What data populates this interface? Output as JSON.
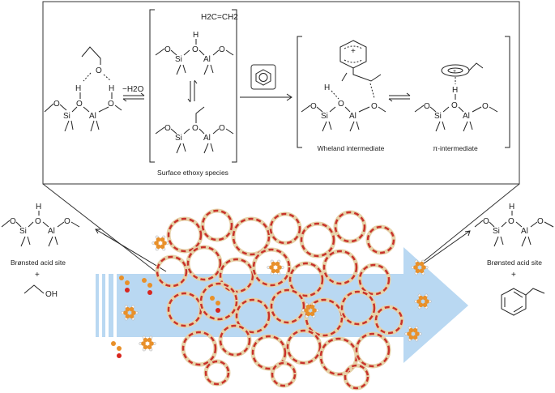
{
  "atoms": {
    "si": "Si",
    "al": "Al",
    "o": "O",
    "h": "H"
  },
  "reactants": {
    "ethylene": "H2C=CH2",
    "ethanol": "OH"
  },
  "arrows": {
    "dehydration": "−H2O"
  },
  "captions": {
    "surface_ethoxy": "Surface ethoxy species",
    "wheland": "Wheland intermediate",
    "pi_intermediate": "π-intermediate",
    "bronsted_left": "Brønsted acid site",
    "bronsted_right": "Brønsted acid site",
    "plus_left": "+",
    "plus_right": "+"
  },
  "charges": {
    "wheland_cation": "+",
    "pi_cation": "+"
  },
  "colors": {
    "flow_arrow": "#b9d8f2",
    "framework_red": "#c8322b",
    "framework_tan": "#e6d2a8",
    "carbon": "#e8902a",
    "hydrogen": "#f3f3f3",
    "oxygen": "#d8261f"
  }
}
